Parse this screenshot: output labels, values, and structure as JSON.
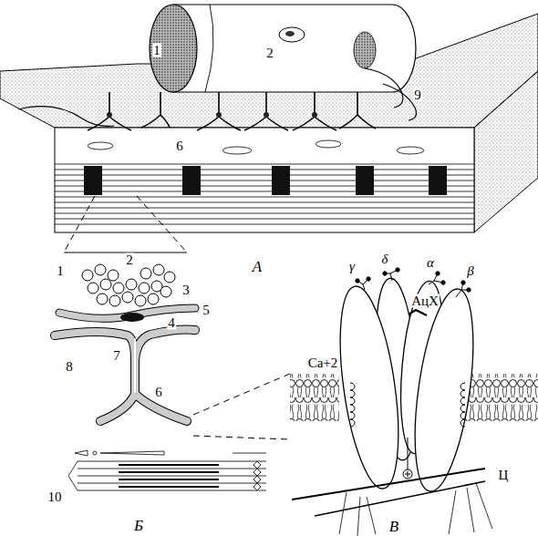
{
  "diagram": {
    "labels": [
      "1",
      "2",
      "9",
      "6",
      "А",
      "1",
      "2",
      "3",
      "5",
      "4",
      "8",
      "7",
      "6",
      "10",
      "Б",
      "γ",
      "δ",
      "α",
      "β",
      "АцХ",
      "Ca+2",
      "Ц",
      "В"
    ]
  }
}
